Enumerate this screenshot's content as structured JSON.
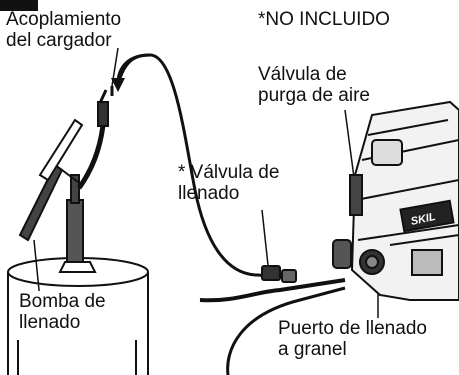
{
  "labels": {
    "charger_coupling": [
      "Acoplamiento",
      "del cargador"
    ],
    "not_included": "*NO INCLUIDO",
    "air_bleed_valve": [
      "Válvula de",
      "purga de aire"
    ],
    "fill_valve": [
      "* Válvula de",
      "llenado"
    ],
    "fill_pump": [
      "Bomba de",
      "llenado"
    ],
    "bulk_fill_port": [
      "Puerto de llenado",
      "a granel"
    ]
  },
  "device": {
    "brand": "SKIL"
  },
  "colors": {
    "line": "#111111",
    "background": "#ffffff",
    "device_fill": "#f2f2f2"
  },
  "icons": [
    "figure-tab-marker"
  ]
}
